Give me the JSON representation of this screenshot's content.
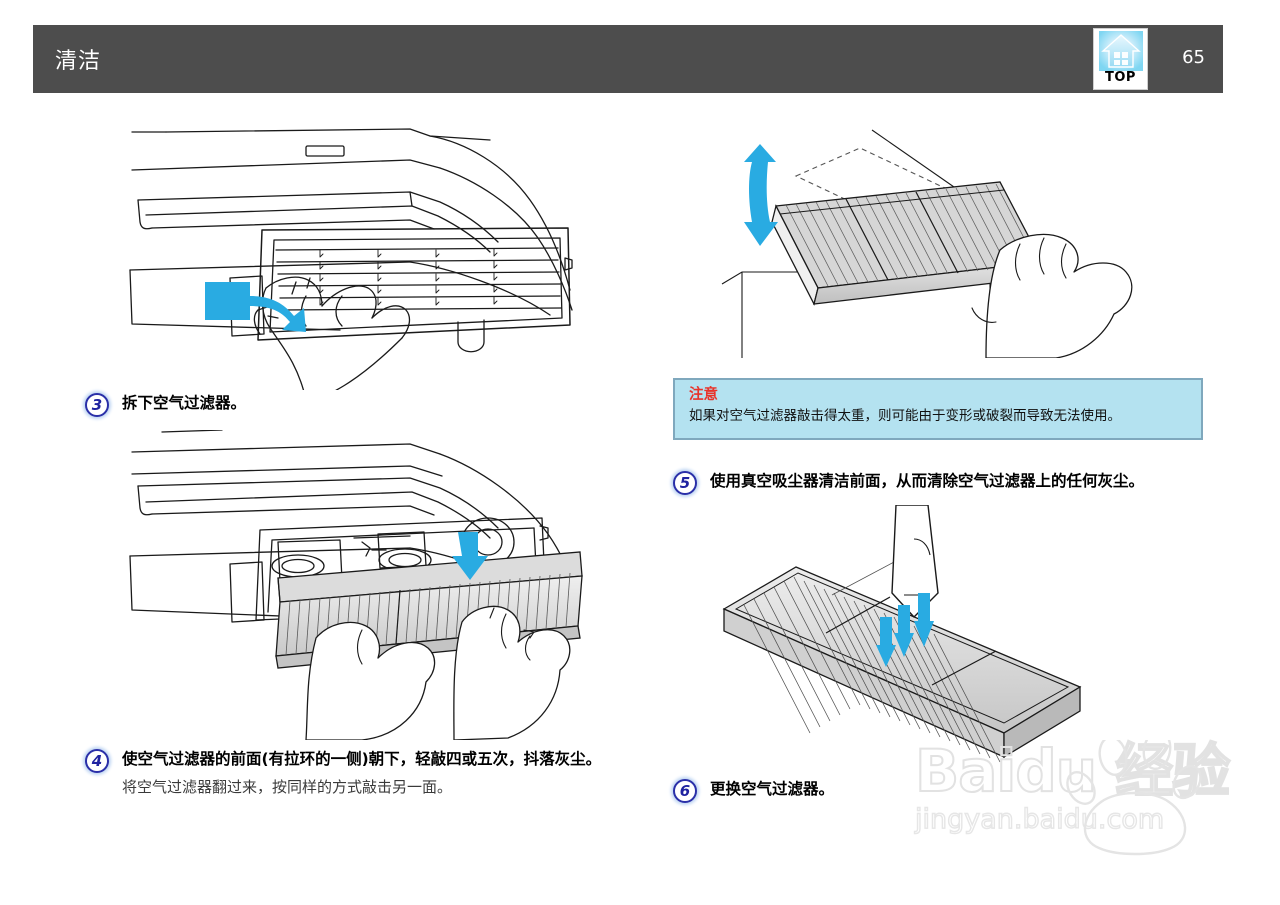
{
  "header": {
    "title": "清洁",
    "page_number": "65",
    "top_icon_label": "TOP",
    "bar_color": "#4d4d4d"
  },
  "steps": [
    {
      "number": "3",
      "text": "拆下空气过滤器。",
      "subtext": ""
    },
    {
      "number": "4",
      "text": "使空气过滤器的前面(有拉环的一侧)朝下，轻敲四或五次，抖落灰尘。",
      "subtext": "将空气过滤器翻过来，按同样的方式敲击另一面。"
    },
    {
      "number": "5",
      "text": "使用真空吸尘器清洁前面，从而清除空气过滤器上的任何灰尘。",
      "subtext": ""
    },
    {
      "number": "6",
      "text": "更换空气过滤器。",
      "subtext": ""
    }
  ],
  "caution": {
    "title": "注意",
    "body": "如果对空气过滤器敲击得太重，则可能由于变形或破裂而导致无法使用。",
    "background": "#b4e2f0",
    "border": "#7fa8bd",
    "title_color": "#e8332a"
  },
  "figures": [
    {
      "id": "figure-remove-filter-cover",
      "caption": "投影机前部，手拉开空气过滤器盖"
    },
    {
      "id": "figure-pull-out-filter",
      "caption": "双手从投影机中取出空气过滤器"
    },
    {
      "id": "figure-tap-filter",
      "caption": "手持空气过滤器轻敲，箭头表示上下敲击方向"
    },
    {
      "id": "figure-vacuum-filter",
      "caption": "用真空吸尘器清洁空气过滤器前面"
    }
  ],
  "watermark": {
    "line1": "Baidu 经验",
    "line2": "jingyan.baidu.com"
  },
  "colors": {
    "arrow_blue": "#29abe2",
    "line_art": "#1a1a1a",
    "filter_gray": "#d4d4d4"
  }
}
